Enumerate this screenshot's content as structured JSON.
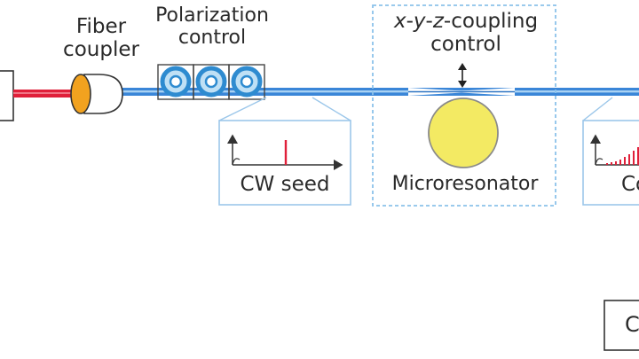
{
  "labels": {
    "fiber_coupler_line1": "Fiber",
    "fiber_coupler_line2": "coupler",
    "polarization_line1": "Polarization",
    "polarization_line2": "control",
    "xyz_x": "x",
    "xyz_y": "y",
    "xyz_z": "z",
    "xyz_dash": "-",
    "xyz_suffix": "-coupling",
    "xyz_line2": "control",
    "cw_seed": "CW seed",
    "microresonator": "Microresonator",
    "comb_truncated": "Co",
    "bottom_truncated": "C"
  },
  "colors": {
    "fiber": "#3a86d8",
    "fiber_light": "#8fc1ee",
    "laser_beam": "#e0203a",
    "coupler_lens": "#f2a21f",
    "paddle_fill": "#bfe0f5",
    "paddle_ring": "#2e8bd0",
    "resonator_fill": "#f3ea63",
    "resonator_stroke": "#8a8a8a",
    "callout_border": "#9cc7ea",
    "dashed_border": "#8cc2ea",
    "spectral_line": "#e0203a",
    "outline": "#333333"
  }
}
